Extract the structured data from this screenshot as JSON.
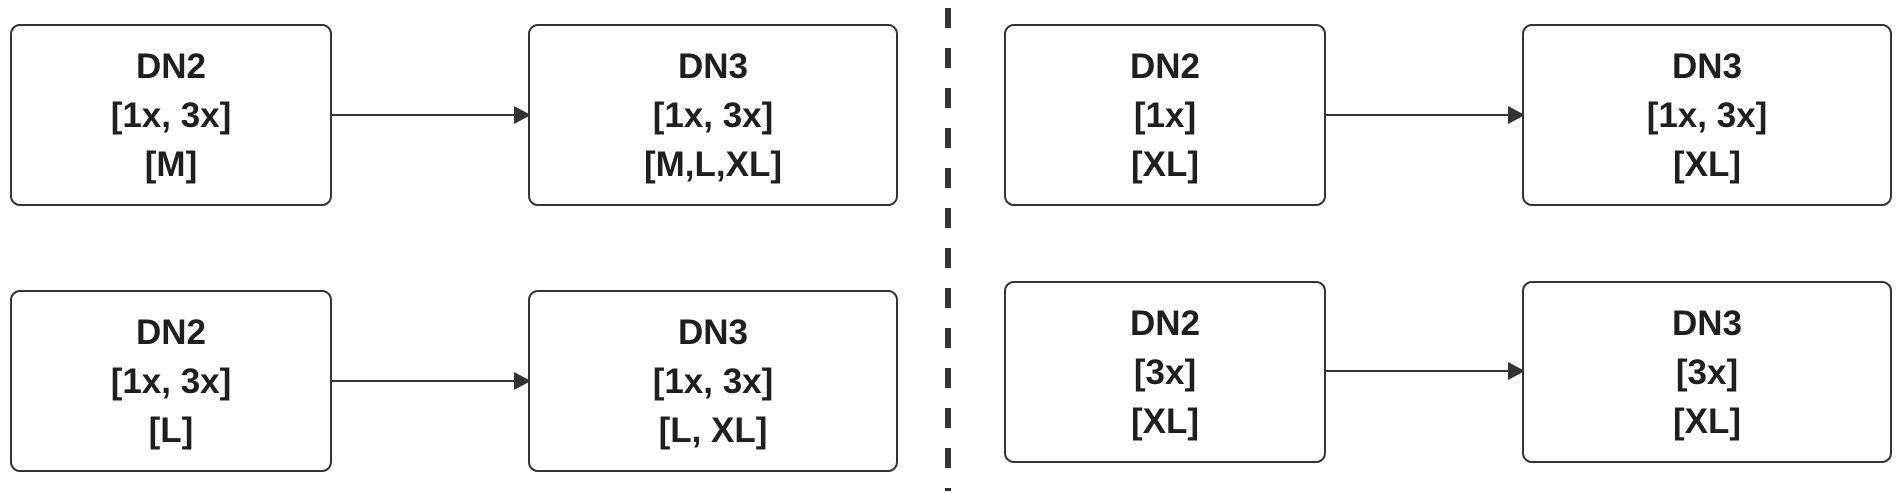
{
  "nodes": [
    {
      "lines": [
        "DN2",
        "[1x, 3x]",
        "[M]"
      ]
    },
    {
      "lines": [
        "DN3",
        "[1x, 3x]",
        "[M,L,XL]"
      ]
    },
    {
      "lines": [
        "DN2",
        "[1x, 3x]",
        "[L]"
      ]
    },
    {
      "lines": [
        "DN3",
        "[1x, 3x]",
        "[L, XL]"
      ]
    },
    {
      "lines": [
        "DN2",
        "[1x]",
        "[XL]"
      ]
    },
    {
      "lines": [
        "DN3",
        "[1x, 3x]",
        "[XL]"
      ]
    },
    {
      "lines": [
        "DN2",
        "[3x]",
        "[XL]"
      ]
    },
    {
      "lines": [
        "DN3",
        "[3x]",
        "[XL]"
      ]
    }
  ],
  "edges": [
    {
      "from": 0,
      "to": 1
    },
    {
      "from": 2,
      "to": 3
    },
    {
      "from": 4,
      "to": 5
    },
    {
      "from": 6,
      "to": 7
    }
  ],
  "colors": {
    "stroke": "#333333",
    "text": "#1f1f1f",
    "background": "#ffffff"
  }
}
